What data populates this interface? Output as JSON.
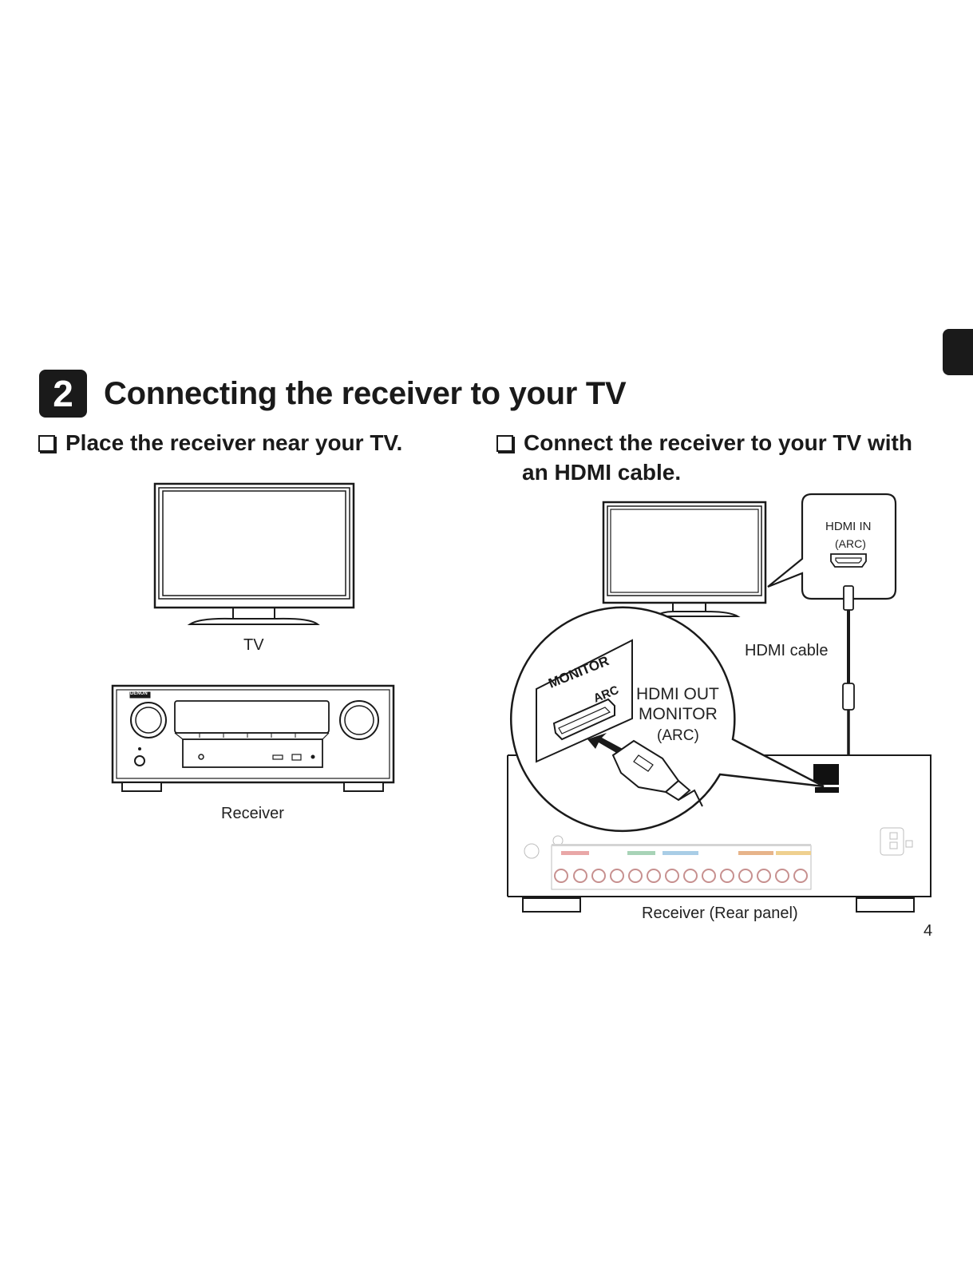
{
  "step": {
    "number": "2",
    "title": "Connecting the receiver to your TV"
  },
  "left": {
    "heading": "Place the receiver near your TV.",
    "tv_label": "TV",
    "receiver_label": "Receiver"
  },
  "right": {
    "heading_line1": "Connect the receiver to your TV with",
    "heading_line2": "an HDMI cable.",
    "hdmi_in": "HDMI IN",
    "hdmi_in_arc": "(ARC)",
    "cable_label": "HDMI cable",
    "hdmi_out": "HDMI OUT",
    "hdmi_out_monitor": "MONITOR",
    "hdmi_out_arc": "(ARC)",
    "jack_monitor": "MONITOR",
    "jack_arc": "ARC",
    "brand": "DENON",
    "rear_label": "Receiver (Rear panel)"
  },
  "page_number": "4",
  "icons": [
    "checkbox-icon",
    "hdmi-port-icon",
    "arrow-icon"
  ]
}
